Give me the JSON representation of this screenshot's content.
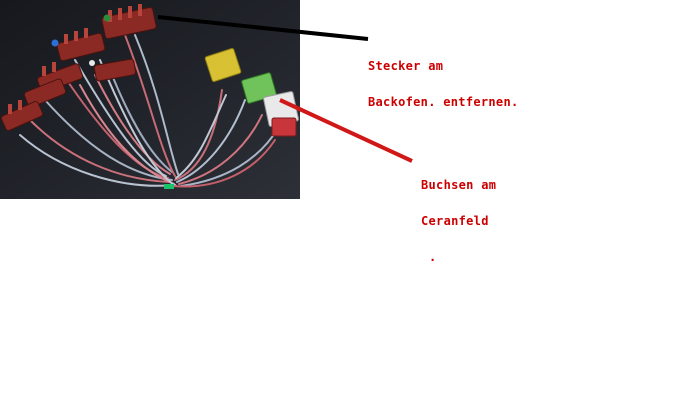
{
  "photo": {
    "subject": "wire-harness-photo"
  },
  "annotations": {
    "stecker": {
      "line1": "Stecker am",
      "line2": "Backofen. entfernen."
    },
    "buchsen": {
      "line1": "Buchsen am",
      "line2": "Ceranfeld",
      "line3": "."
    }
  },
  "colors": {
    "annotation_text": "#cc0000",
    "leader_black": "#000000",
    "leader_red": "#d01818"
  }
}
